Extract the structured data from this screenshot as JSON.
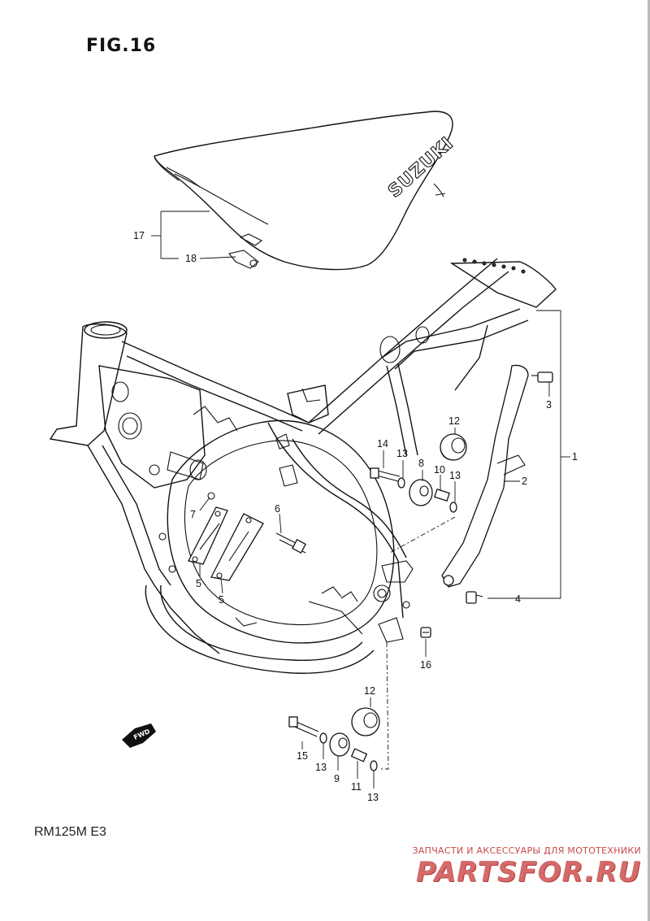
{
  "figure": {
    "title": "FIG.16",
    "model": "RM125M  E3"
  },
  "seat": {
    "brand_text": "SUZUKI"
  },
  "fwd_badge": "FWD",
  "callouts": {
    "p1": "1",
    "p2": "2",
    "p3": "3",
    "p4": "4",
    "p5a": "5",
    "p5b": "5",
    "p6": "6",
    "p7": "7",
    "p8": "8",
    "p9": "9",
    "p10": "10",
    "p11": "11",
    "p12a": "12",
    "p12b": "12",
    "p13a": "13",
    "p13b": "13",
    "p13c": "13",
    "p13d": "13",
    "p14": "14",
    "p15": "15",
    "p16": "16",
    "p17": "17",
    "p18": "18"
  },
  "watermark": {
    "subtitle": "ЗАПЧАСТИ И АКСЕССУАРЫ ДЛЯ МОТОТЕХНИКИ",
    "brand": "PARTSFOR.RU",
    "colors": {
      "accent": "#d46a6a",
      "shadow": "#b23b3b"
    }
  }
}
